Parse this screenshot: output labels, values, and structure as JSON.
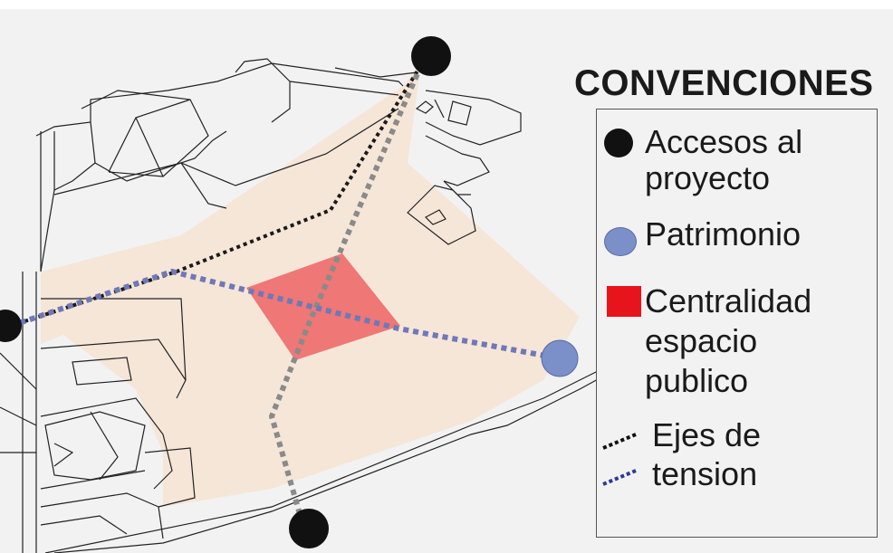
{
  "legend": {
    "title": "CONVENCIONES",
    "items": [
      {
        "key": "accesos",
        "line1": "Accesos al",
        "line2": "proyecto",
        "symbol": "black-circle",
        "color": "#111111"
      },
      {
        "key": "patrimonio",
        "line1": "Patrimonio",
        "symbol": "blue-circle",
        "color": "#7b8fc8"
      },
      {
        "key": "centralidad",
        "line1": "Centralidad",
        "line2": "espacio",
        "line3": "publico",
        "symbol": "red-square",
        "color": "#e8141c"
      },
      {
        "key": "ejes",
        "line1": "Ejes de",
        "line2": "tension",
        "symbol": "dotted-lines",
        "colors": [
          "#111111",
          "#2b3a9a"
        ]
      }
    ]
  },
  "map": {
    "plaza_color": "#f5e6d8",
    "central_space_color": "#ee6a6a",
    "black_axis_color": "#1a1a1a",
    "blue_axis_color": "#7078b8",
    "grey_axis_color": "#8a8a8a",
    "access_point_color": "#111111",
    "heritage_point_color": "#7b8fc8"
  }
}
